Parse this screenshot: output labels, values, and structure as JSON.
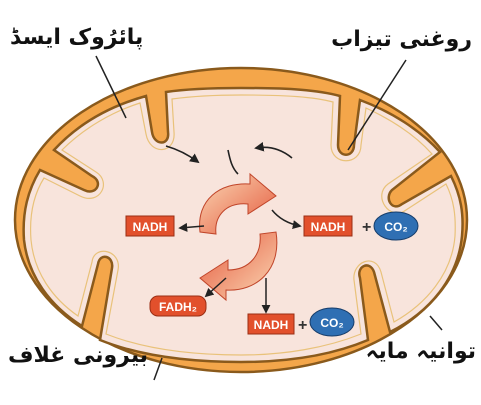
{
  "labels": {
    "pyruvic_acid": "پائرُوک ایسڈ",
    "fatty_acid": "روغنی تیزاب",
    "outer_membrane": "بیرونی غلاف",
    "matrix": "توانیہ مایہ"
  },
  "molecules": {
    "nadh_1": "NADH",
    "nadh_2": "NADH",
    "nadh_3": "NADH",
    "fadh2": "FADH₂",
    "co2_1": "CO₂",
    "co2_2": "CO₂",
    "plus": "+"
  },
  "colors": {
    "membrane_orange": "#f4a64a",
    "membrane_stroke": "#8a5a1c",
    "matrix_pink": "#f8e4dc",
    "chip_red": "#e2502c",
    "co2_blue": "#2f6fb3"
  }
}
